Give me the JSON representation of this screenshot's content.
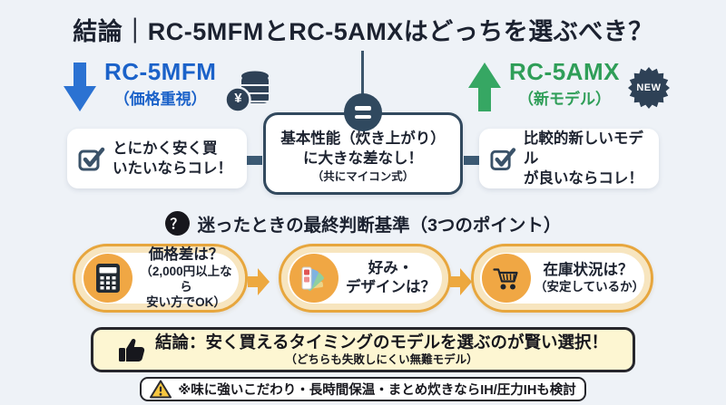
{
  "page": {
    "title": "結論｜RC-5MFMとRC-5AMXはどっちを選ぶべき？"
  },
  "models": {
    "left": {
      "name": "RC-5MFM",
      "tag": "（価格重視）",
      "currency": "¥",
      "recommendation": "とにかく安く買\nいたいならコレ！",
      "accent_color": "#1b62c9"
    },
    "right": {
      "name": "RC-5AMX",
      "tag": "（新モデル）",
      "badge": "NEW",
      "recommendation": "比較的新しいモデル\nが良いならコレ！",
      "accent_color": "#2f9e58"
    }
  },
  "center": {
    "line1": "基本性能（炊き上がり）",
    "line2": "に大きな差なし！",
    "line3": "（共にマイコン式）"
  },
  "criteria": {
    "question_mark": "？",
    "heading": "迷ったときの最終判断基準（3つのポイント）",
    "items": [
      {
        "icon": "calculator-icon",
        "title": "価格差は？",
        "sub": "（2,000円以上なら\n安い方でOK）"
      },
      {
        "icon": "palette-icon",
        "title": "好み・\nデザインは？",
        "sub": ""
      },
      {
        "icon": "cart-icon",
        "title": "在庫状況は？",
        "sub": "（安定しているか）"
      }
    ]
  },
  "conclusion": {
    "main": "結論：安く買えるタイミングのモデルを選ぶのが賢い選択！",
    "sub": "（どちらも失敗しにくい無難モデル）"
  },
  "note": {
    "text": "※味に強いこだわり・長時間保温・まとめ炊きならIH/圧力IHも検討"
  },
  "colors": {
    "background": "#eef2f7",
    "navy": "#32495e",
    "blue": "#1b62c9",
    "green": "#2f9e58",
    "orange": "#e7a63d",
    "orange_icon_circle": "#f0a744",
    "banner_yellow": "#fdf6d2",
    "text_dark": "#1d2330"
  }
}
